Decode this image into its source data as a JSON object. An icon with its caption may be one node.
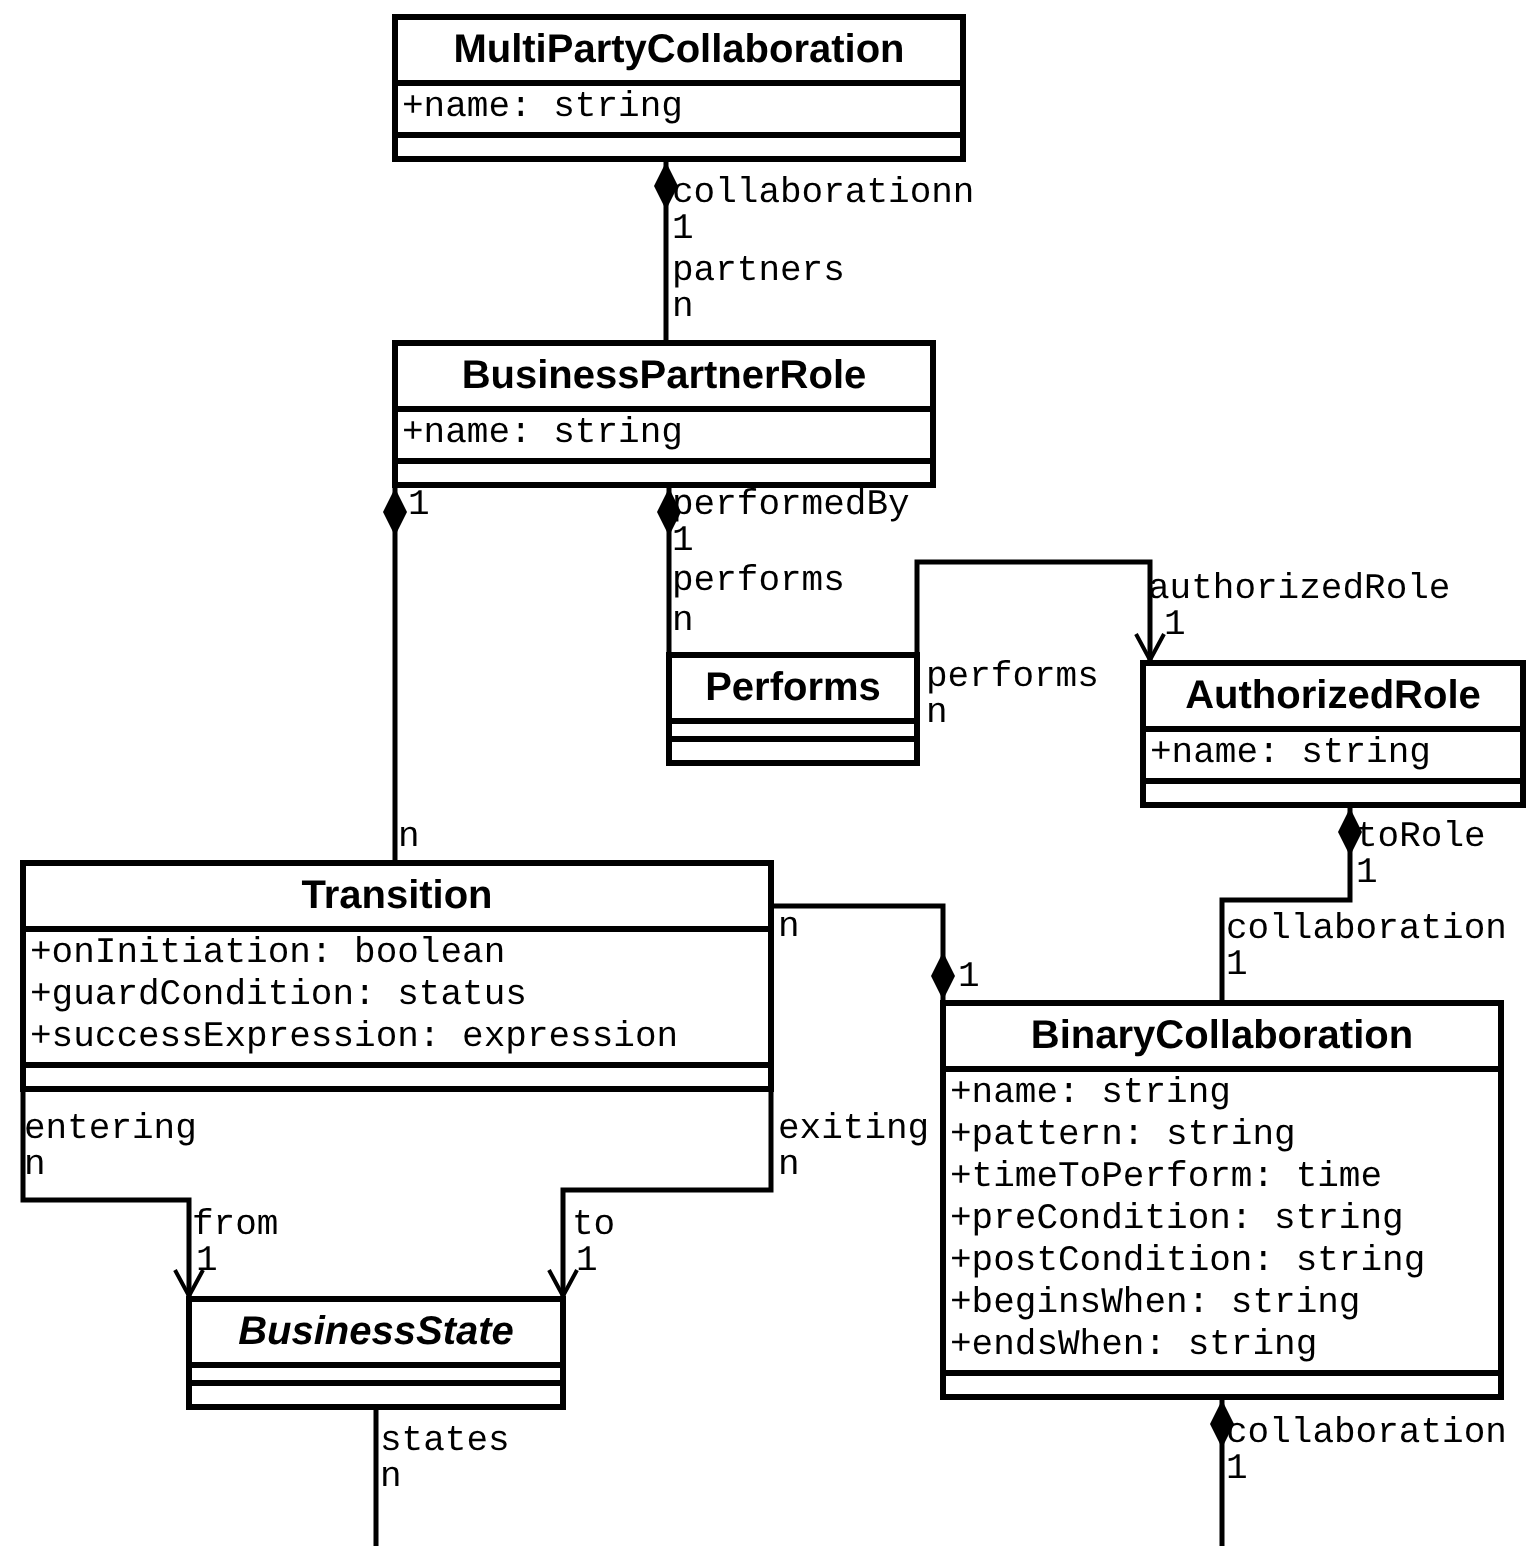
{
  "diagram": {
    "nodes": [
      {
        "text": [
          "MultiPartyCollaboration",
          "+name: string"
        ]
      },
      {
        "text": [
          "BusinessPartnerRole",
          "+name: string"
        ]
      },
      {
        "text": [
          "Performs"
        ]
      },
      {
        "text": [
          "AuthorizedRole",
          "+name: string"
        ]
      },
      {
        "text": [
          "Transition",
          "+onInitiation: boolean",
          "+guardCondition: status",
          "+successExpression: expression"
        ]
      },
      {
        "text": [
          "BusinessState"
        ]
      },
      {
        "text": [
          "BinaryCollaboration",
          "+name: string",
          "+pattern: string",
          "+timeToPerform: time",
          "+preCondition: string",
          "+postCondition: string",
          "+beginsWhen: string",
          "+endsWhen: string"
        ]
      }
    ],
    "edges": [
      {
        "from": 0,
        "to": 1,
        "arrow": "other"
      },
      {
        "from": 1,
        "to": 4,
        "arrow": "other"
      },
      {
        "from": 1,
        "to": 2,
        "arrow": "other"
      },
      {
        "from": 2,
        "to": 3,
        "arrow": "to"
      },
      {
        "from": 3,
        "to": 6,
        "arrow": "other"
      },
      {
        "from": 6,
        "to": 4,
        "arrow": "other"
      },
      {
        "from": 4,
        "to": 5,
        "arrow": "to"
      },
      {
        "from": 4,
        "to": 5,
        "arrow": "to"
      },
      {
        "from": 5,
        "to": null,
        "arrow": "none"
      },
      {
        "from": 6,
        "to": null,
        "arrow": "other"
      }
    ],
    "labels": [
      "collaborationn",
      "1",
      "partners",
      "n",
      "1",
      "performedBy",
      "1",
      "performs",
      "n",
      "authorizedRole",
      "1",
      "performs",
      "n",
      "n",
      "toRole",
      "1",
      "n",
      "collaboration",
      "1",
      "1",
      "entering",
      "n",
      "exiting",
      "n",
      "from",
      "1",
      "to",
      "1",
      "states",
      "n",
      "collaboration",
      "1"
    ]
  }
}
